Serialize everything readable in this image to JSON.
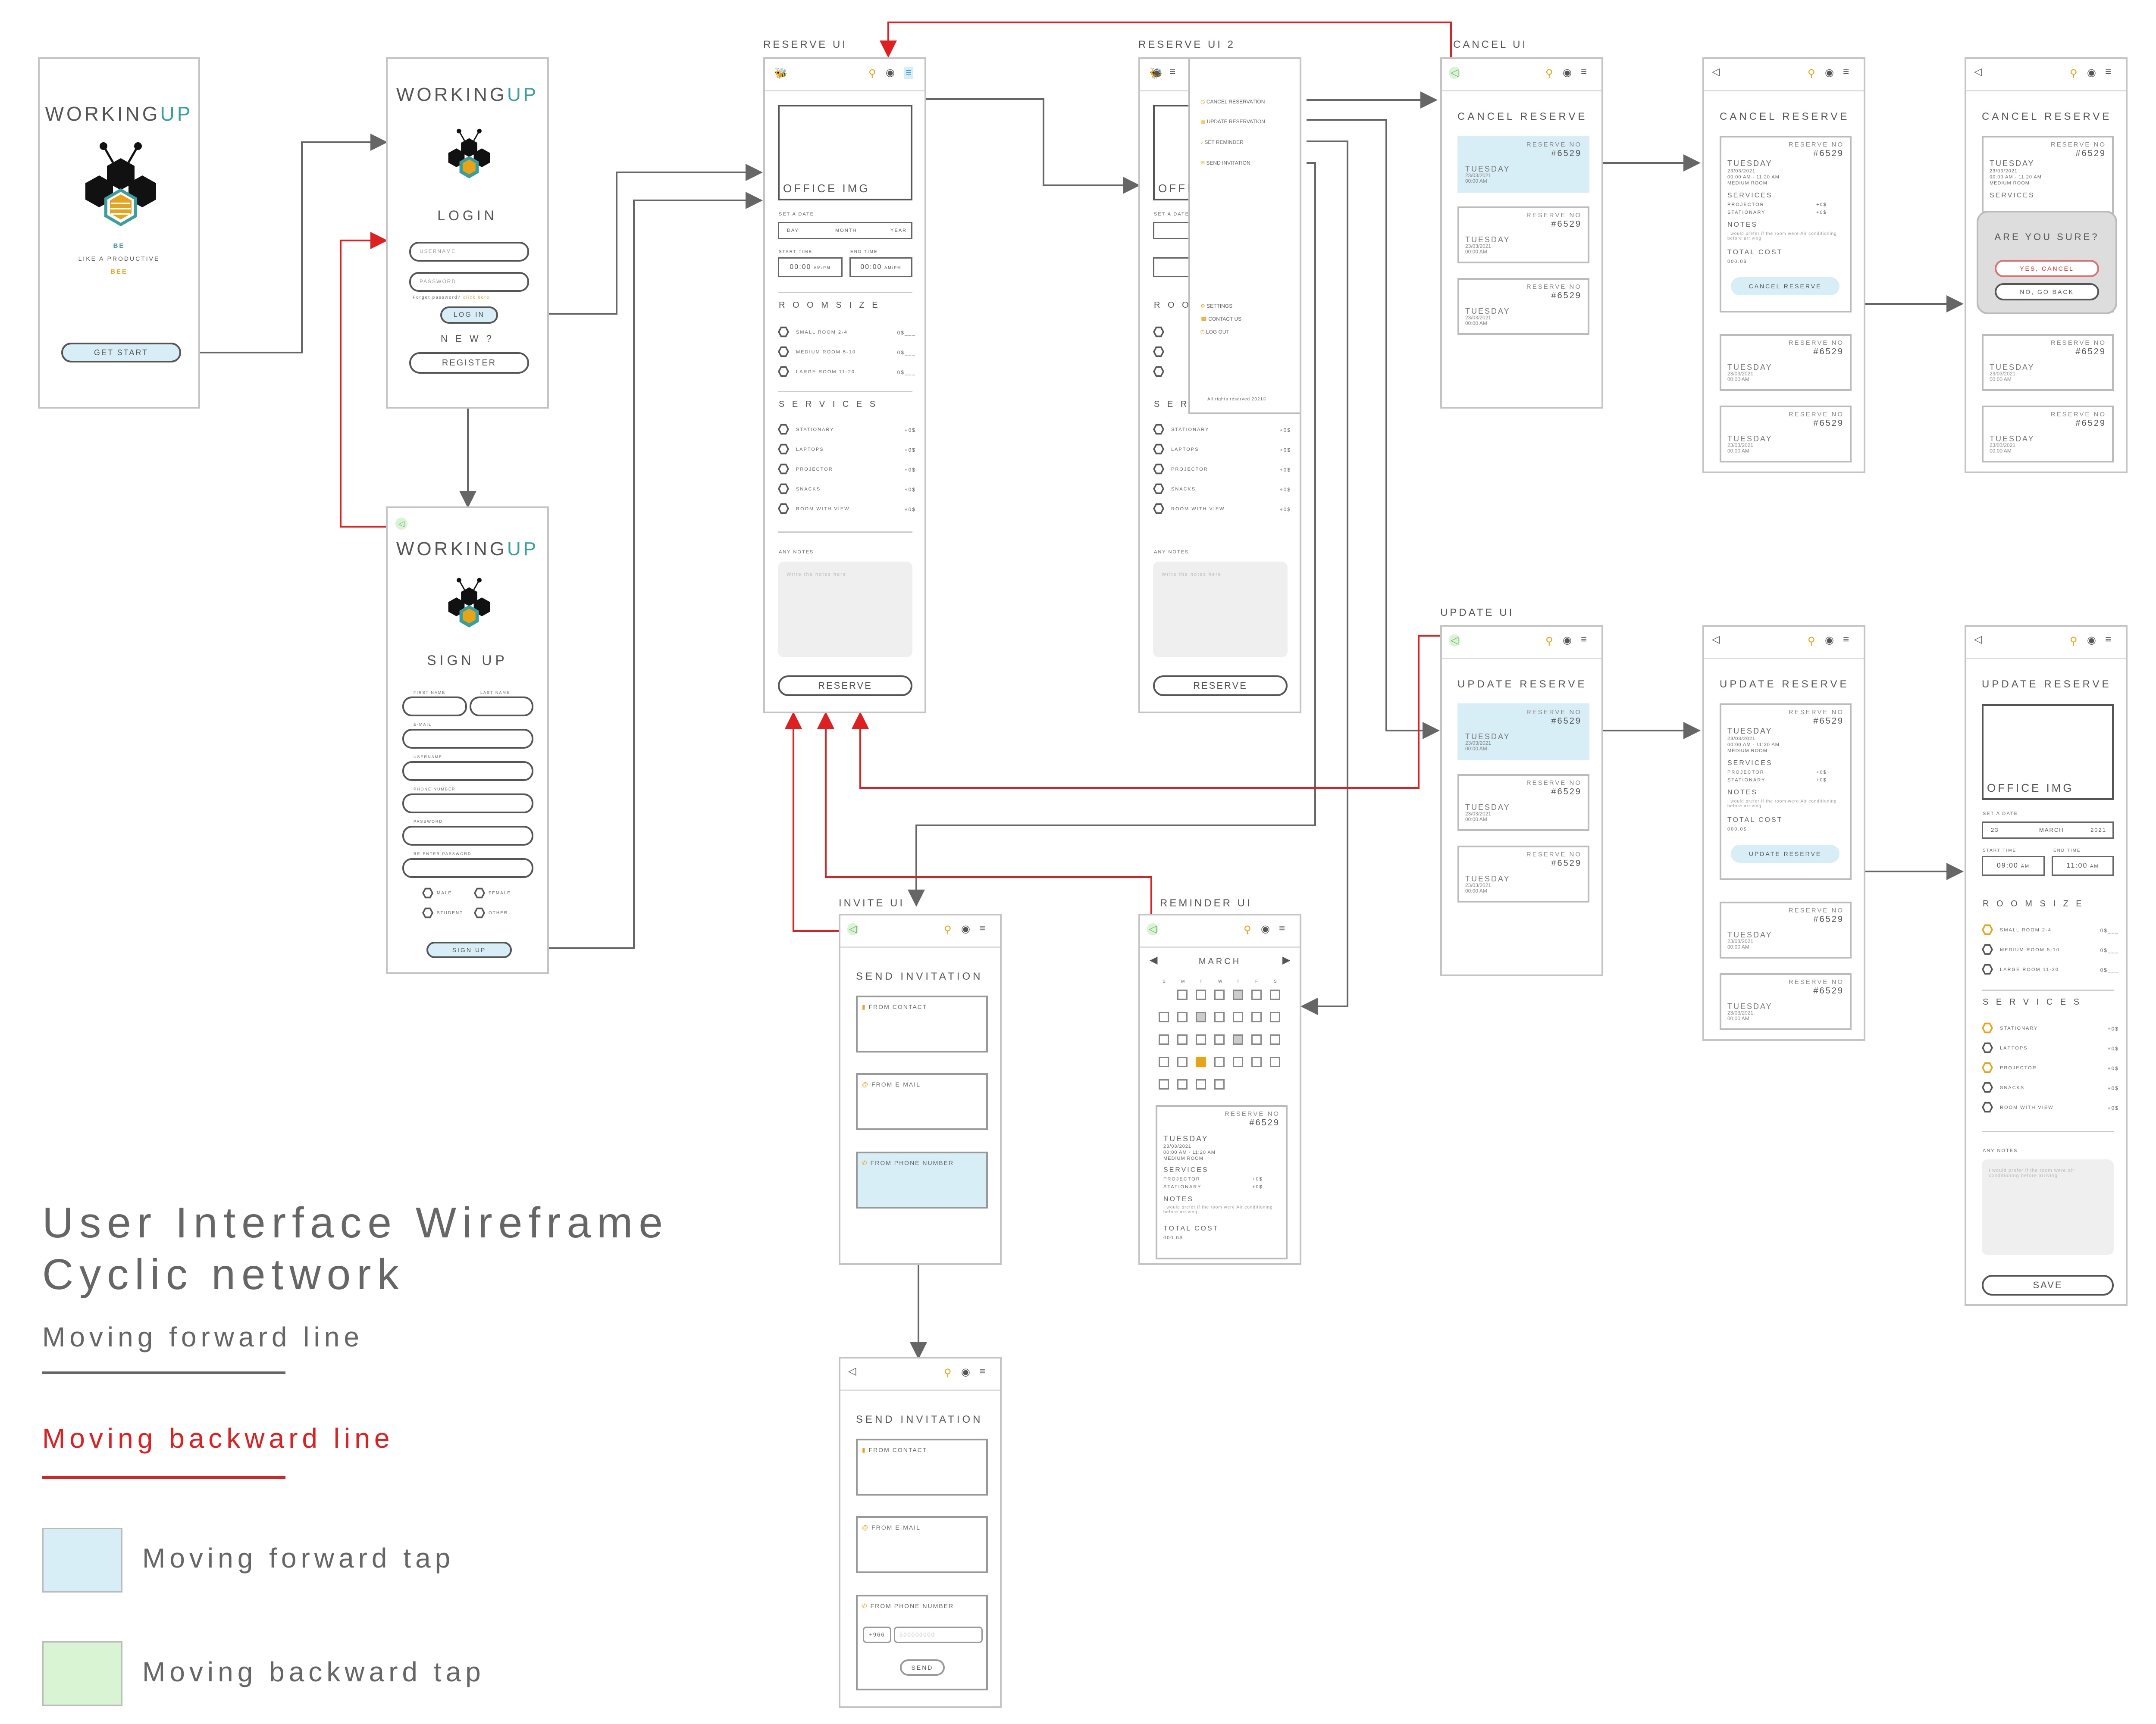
{
  "app": {
    "name_prefix": "WORKING",
    "name_suffix": "UP",
    "tagline_1": "BE",
    "tagline_2": "LIKE A PRODUCTIVE",
    "tagline_3": "BEE"
  },
  "colors": {
    "accent_teal": "#3a9e9e",
    "accent_orange": "#e8a317",
    "forward_line": "#666666",
    "backward_line": "#e02020",
    "forward_tap": "#d8eef6",
    "backward_tap": "#d9f4d2"
  },
  "screen_titles": {
    "reserve": "RESERVE UI",
    "reserve2": "RESERVE UI 2",
    "cancel": "CANCEL UI",
    "update": "UPDATE UI",
    "invite": "INVITE UI",
    "reminder": "REMINDER UI"
  },
  "splash": {
    "button": "GET START"
  },
  "login": {
    "title": "LOGIN",
    "username": "USERNAME",
    "password": "PASSWORD",
    "forgot": "Forget password?",
    "forgot_link": "click here",
    "login_btn": "LOG IN",
    "new": "N E W ?",
    "register_btn": "REGISTER"
  },
  "signup": {
    "title": "SIGN UP",
    "first_name": "FIRST NAME",
    "last_name": "LAST NAME",
    "email": "E-MAIL",
    "username": "USERNAME",
    "phone": "PHONE NUMBER",
    "password": "PASSWORD",
    "reenter": "RE-ENTER PASSWORD",
    "options": [
      "MALE",
      "FEMALE",
      "STUDENT",
      "OTHER"
    ],
    "button": "SIGN UP"
  },
  "reserve": {
    "office_img": "OFFICE IMG",
    "set_date": "SET A DATE",
    "day": "DAY",
    "month": "MONTH",
    "year": "YEAR",
    "start_time": "START TIME",
    "end_time": "END TIME",
    "start_val": "00:00",
    "end_val": "00:00",
    "ampm": "AM/PM",
    "room_size": "R O O M   S I Z E",
    "rooms": [
      {
        "label": "SMALL ROOM  2-4",
        "price": "0$___"
      },
      {
        "label": "MEDIUM ROOM  5-10",
        "price": "0$___"
      },
      {
        "label": "LARGE ROOM  11-20",
        "price": "0$___"
      }
    ],
    "services_title": "S E R V I C E S",
    "services": [
      {
        "label": "STATIONARY",
        "price": "+0$"
      },
      {
        "label": "LAPTOPS",
        "price": "+0$"
      },
      {
        "label": "PROJECTOR",
        "price": "+0$"
      },
      {
        "label": "SNACKS",
        "price": "+0$"
      },
      {
        "label": "ROOM WITH VIEW",
        "price": "+0$"
      }
    ],
    "notes_label": "ANY NOTES",
    "notes_placeholder": "Write the notes here",
    "button": "RESERVE"
  },
  "menu": {
    "items": [
      "CANCEL RESERVATION",
      "UPDATE RESERVATION",
      "SET REMINDER",
      "SEND INVITATION"
    ],
    "bottom": [
      "SETTINGS",
      "CONTACT US",
      "LOG OUT"
    ],
    "footer": "All rights reserved 2021©"
  },
  "booking": {
    "reserve_no": "RESERVE NO",
    "number": "#6529",
    "day": "TUESDAY",
    "date": "23/03/2021",
    "time": "00:00 AM",
    "time_range": "00:00 AM - 11:20 AM",
    "room": "MEDIUM ROOM",
    "services": "SERVICES",
    "svc": [
      {
        "label": "PROJECTOR",
        "price": "+0$"
      },
      {
        "label": "STATIONARY",
        "price": "+0$"
      }
    ],
    "notes": "NOTES",
    "notes_text": "I would prefer if the room were Air conditioning before arriving",
    "total": "TOTAL COST",
    "total_val": "000.0$"
  },
  "cancel": {
    "header": "CANCEL RESERVE",
    "button": "CANCEL RESERVE",
    "confirm_q": "ARE YOU SURE?",
    "yes": "YES, CANCEL",
    "no": "NO, GO BACK"
  },
  "update": {
    "header": "UPDATE RESERVE",
    "button": "UPDATE RESERVE",
    "date_day": "23",
    "date_month": "MARCH",
    "date_year": "2021",
    "start": "09:00",
    "end": "11:00",
    "am": "AM",
    "notes_text": "I would prefer if the room were air conditioning before arriving",
    "save": "SAVE"
  },
  "invite": {
    "header": "SEND INVITATION",
    "contact": "FROM CONTACT",
    "email": "FROM E-MAIL",
    "phone": "FROM PHONE NUMBER",
    "code": "+966",
    "phone_placeholder": "500000000",
    "send": "SEND"
  },
  "reminder": {
    "month": "MARCH",
    "weekdays": [
      "S",
      "M",
      "T",
      "W",
      "T",
      "F",
      "S"
    ]
  },
  "legend": {
    "title_1": "User Interface Wireframe",
    "title_2": "Cyclic network",
    "forward_line": "Moving forward line",
    "backward_line": "Moving backward line",
    "forward_tap": "Moving forward tap",
    "backward_tap": "Moving backward tap"
  }
}
